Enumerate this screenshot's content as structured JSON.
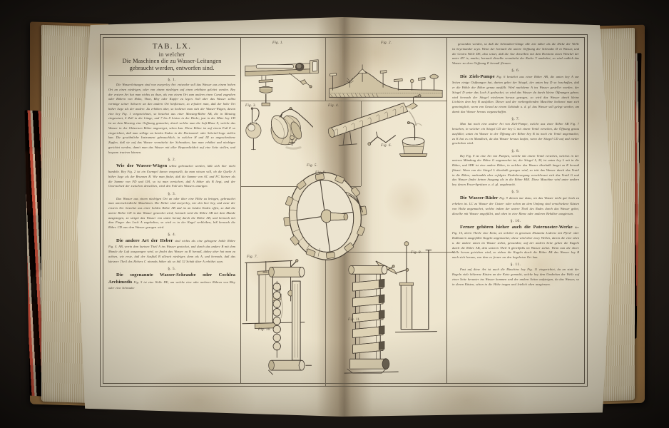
{
  "book": {
    "description": "open antique folio volume photographed on dark background",
    "colors": {
      "backdrop": "#1a1714",
      "paper": "#ebe2ca",
      "leather": "#9a7040",
      "marble_red": "#ce604e",
      "marble_black": "#17120f",
      "ink": "#4e4438"
    }
  },
  "plate": {
    "tab_number": "TAB. LX.",
    "in_welcher": "in welcher",
    "title_line1": "Die Maschinen die zu Wasser-Leitungen",
    "title_line2": "gebraucht werden, entworfen sind."
  },
  "left_column": {
    "sections": [
      {
        "marker": "§. 1.",
        "runin": "",
        "text": "Die Wasserleitungen sind von zweyerley Art: entweder soll das Wasser aus einem hohen Ort an einen niedrigen, oder von einem niedrigen auf einen erhöhten geleitet werden. Bey der erstern Art hat man nichts zu thun, als von einem Ort zum andern einen Canal zugraben oder Röhren von Holtz, Thon, Bley oder Kupfer zu legen. Soll aber das Wasser selbst vermöge seiner Schwere an den andern Ort hinfliessen, so erfodert man, daß der hohe Ort höher liege als der andere. Zu erhöhen aber, so bedienet man sich der Wasser-Wägen, davon eine bey Fig. 1 vorgezeichnet, so bestehet aus einer Messing-Röhre AB, die in Messing eingesetzet, 4 Zoll in der Länge, und 7 bis 8 Linien in der Dicke; just in der Mitte bey CD ist an dem Messing eine Oeffnung gemachet, durch welche man die Luft-Blase X, welche das Wasser in der Gläsernen Röhre angezeiget, sehen kan. Diese Röhre ist auf einem Fuß E so eingerichtet, daß man selbige an beiden Enden in die Horizontal- oder Scheitel-Lage stellen kan. Die gewöhnliche Instrument gebrauchlich, in welcher H und III so angeschrobene Zapfen, daß sie auf das Wasser vermittelst der Schrauben, kan man erhöhet und niedriger gerichtet werden, damit man das Wasser mit aller Bequemlichkeit auf eine Seite stellen, und bequem traciren können."
      },
      {
        "marker": "§. 2.",
        "runin": "Wie der Wasser-Wägen",
        "text": "selbst gebrauchet werden, läßt sich hier nicht handeln. Bey Fig. 2 ist ein Exempel davon vorgestellt, da man wissen will, ob die Quelle A höher liege als der Brunnen B. Wie man findet, daß die Summe von AC und FC kleiner als die Summe von FD und GH, so ist man versichert, daß A höher als B liegt, und der Unterschied der zwischen denselben, wird den Fall des Wassers anzeigen."
      },
      {
        "marker": "§. 3.",
        "runin": "",
        "text": "Das Wasser aus einem niedrigen Ort an oder über eine Höhe zu bringen, gebrauchet man unterschiedliche Maschinen. Die Heber sind zweyerley, wie den hier bey, und zwar der erstern Art: bestehet aus einer hohlen Röhre AB und ist an beiden Enden offen, so daß die untere Röhre CD in das Wasser gestecket wird; hernach wird die Röhre AB mit dem Munde ausgesogen, so steiget das Wasser von unten herauf durch die Röhre AB, und hernach mit dem Finger das Loch A zugehalten, so wird es in der Kugel verbleiben, biß hernach die Röhre CD aus dem Wasser gezogen wird."
      },
      {
        "marker": "§. 4.",
        "runin": "Die andere Art der Heber",
        "text": "sind nichts als eine gebogene hohle Röhre Fig. 4. AB, worin dem kurtzen Theil A ins Wasser gestecket, und durch das andere B mit dem Munde die Luft ausgezogen wird, so findet das Wasser zu B herauß, dabey aber hat man zu achten, wie erste, daß der Ausfluß B allezeit niedriger, denn als A, und hernach, daß das kürtzere Theil des Hebers C niemals höher als so biß 32 Schuh über A erhöhet seyn."
      },
      {
        "marker": "§. 5.",
        "runin": "Die sogenannte Wasser-Schraube oder Cochlea Archimedis",
        "text": "Fig. 5 ist eine Welle DE, um welche eine oder mehrere Röhren von Bley oder eine Schraube"
      }
    ]
  },
  "right_column": {
    "sections": [
      {
        "marker": "",
        "runin": "",
        "text": "gewunden werden, so daß die Schrauben-Gänge alle zeit näher als die Dicke der Welle ist beyeinander seyn. Wenn der hernach die untere Oeffnung der Schraube D in Wasser, und die Centra Welle DE, also setzet, daß die Axe derselben mit dem Horizont einen Winckel der unter 45° is, mache; hernach dieselbe vermittelst der Kurbe V umdrehet, so wird endlich das Wasser zu dern Oeffnung E herauß fliessen."
      },
      {
        "marker": "§. 6.",
        "runin": "Die Zieh-Pumpe",
        "text": "Fig. 6 bestehet aus einer Röhre AB, die unten bey A zur Seiten einige Oeffnungen hat, darinn gehet der Stiegel, der unten bey D so beschaffen, daß er die Höhle der Röhre genau ausfüllt. Wird nachdeme A ins Wasser gestellet worden, der Stiegel D unter das Loch A gedrucket, so wird das Wasser da durch kleine Öffnungen gehen; wird hernach der Stiegel wiederum heraus gezogen, so wird das Wasser darch kleine Löchlein dem bey B ausfallen. Dieser und der vorhergehenden Maschine bedienet man sich gemeiniglich, wenn von Grund zu einem Gebäude u. d. gl. das Wasser soll gelegt werden, um damit das Wasser heraus wegzuschaffen."
      },
      {
        "marker": "§. 7.",
        "runin": "",
        "text": "Man hat noch eine andere Art von Zieh-Pumpe, welche aus einer Röhre AB Fig. 7 bestehen, in welcher ein Stiegel CD der bey C mit einem Ventil versehen, die Öffnung genau ausfüllet; unten im Wasser in der Öffnung der Röhre bey B ist noch ein Ventil angemachet, zu K hat es ein Mundloch, da das Wasser heraus laufen, wenn der Stiegel CD auf und nieder geschoben wird."
      },
      {
        "marker": "§. 8.",
        "runin": "",
        "text": "Bey Fig. 8 ist eine Art von Pumpen, welche mit einem Ventil versehen, welches in der unteren Mündung der Röhre G angemachet ist; der Stiegel L, M, ist unten bey L mit in die Röhre, und HIK ist eine andere Röhre, in welcher das Wasser überhalb lauget zu K herauß flüsset. Wenn von der Stiegel L überhalb gezogen wird, so tritt das Wasser durch das Ventil in die Röhre; nachmahls aber erfolgter Niederbewegung verschliesset sich das Ventil G und das Wasser findet keinen Ausgang als in die Röhre HIK. Diese Maschine wird unter andern bey denen Feuer-Sprützen u. d. gl. angebracht."
      },
      {
        "marker": "§. 9.",
        "runin": "Die Wasser-Räder",
        "text": "Fig. 9 dienen nur dazu, wo das Wasser nicht gar hoch zu erheben ist. LC zu Wasser der Cisten- oder neben an dem Umfang sind verschiedene Kästen von Holtz angemachet, welche indem der untere Theil des Rades durch das Wasser gehet, dieselbe mit Wasser angefüllet, und oben in eine Rinne oder anderen Behälter ausgiessen."
      },
      {
        "marker": "§. 10.",
        "runin": "Ferner gehören hieher auch die Paternoster-Werke",
        "text": "der Fig. 10, deren Theile eine Kette, an welcher in gewissen Distantia Lederne mit Pferd- oder Roßhaaren ausgefüllte Kugeln angemachet; diese wird über zwey Wellen, davon die eine oben u. die andere unten im Wasser stehet, gewunden; auf der andern Seite gehen die Kugeln durch die Röhre AB, dem unteren Theil A gleichfalls im Wasser stehet. Wenn nun die obere Welle herum getrieben wird, so ziehen die Kugeln durch die Röhre AB das Wasser bey B nach sich heraus, von dem es ferner an den begehrten Ort kan."
      },
      {
        "marker": "§. 11.",
        "runin": "",
        "text": "Fast auf diese Art ist auch die Maschine bey Fig. 11 eingerichtet, da an statt der Kugeln viele hölzerne Kästen an der Kette gemacht, welche bey dem Umdrehen der Welle auf einer Seite herunter ins Wasser kommen und der andern Seiten aufsteigen, da das Wasser, so in denen Kästen, schon in die Höhe tragen und letzlich oben ausgiessen."
      }
    ]
  },
  "figures": [
    {
      "id": "fig-1",
      "label": "Fig. 1.",
      "caption_letters": [
        "A",
        "C",
        "D",
        "B",
        "E",
        "G"
      ],
      "subject": "water-level instrument with brass tube and tripod foot"
    },
    {
      "id": "fig-2",
      "label": "Fig. 2.",
      "caption_letters": [
        "A",
        "C",
        "F",
        "D",
        "G",
        "H",
        "B"
      ],
      "subject": "landscape survey with levelling staves over a hill"
    },
    {
      "id": "fig-3",
      "label": "Fig. 3.",
      "caption_letters": [
        "A",
        "B",
        "C",
        "D"
      ],
      "subject": "siphon with spherical bulb"
    },
    {
      "id": "fig-4",
      "label": "Fig. 4.",
      "caption_letters": [
        "A",
        "B",
        "C"
      ],
      "subject": "bent siphon tube and cask"
    },
    {
      "id": "fig-5",
      "label": "Fig. 5.",
      "caption_letters": [
        "D",
        "E",
        "V"
      ],
      "subject": "Archimedean screw (cochlea) discharging water"
    },
    {
      "id": "fig-6",
      "label": "Fig. 6.",
      "caption_letters": [
        "A",
        "B",
        "D",
        "E"
      ],
      "subject": "lifting pump with piston into a vessel"
    },
    {
      "id": "fig-7",
      "label": "Fig. 7.",
      "caption_letters": [
        "A",
        "B",
        "C",
        "D",
        "K"
      ],
      "subject": "valved suction pump with counterweighted beam"
    },
    {
      "id": "fig-8",
      "label": "Fig. 8.",
      "caption_letters": [
        "G",
        "L",
        "M",
        "H",
        "I",
        "K"
      ],
      "subject": "force pump with delivery pipe, as in fire engines"
    },
    {
      "id": "fig-9",
      "label": "Fig. 9.",
      "caption_letters": [
        "L",
        "C"
      ],
      "subject": "large bucket water-wheel"
    },
    {
      "id": "fig-10",
      "label": "Fig. 10.",
      "caption_letters": [
        "A",
        "B"
      ],
      "subject": "paternoster chain pump with leather balls"
    },
    {
      "id": "fig-11",
      "label": "Fig. 11.",
      "caption_letters": [],
      "subject": "chain of wooden buckets on a bucket-ladder"
    }
  ]
}
